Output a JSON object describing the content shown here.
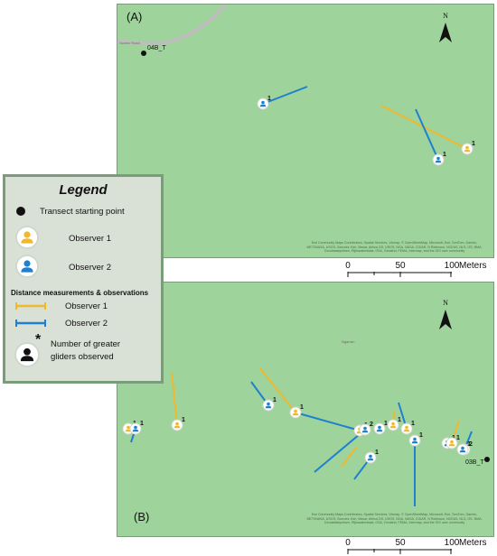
{
  "panels": [
    {
      "label": "(A)",
      "north_label": "N",
      "transect_label": "04B_T",
      "road_label": "Scenic Road",
      "attribution": "Esri Community Maps Contributors, Spatial Services, Vicmap, © OpenStreetMap, Microsoft, Esri, TomTom, Garmin, METI/NASA, USGS; Sources: Esri, Maxar, Airbus DS, USGS, NGA, NASA, CGIAR, N Robinson, NCEAS, NLS, OS, NMA, Geodatastyrelsen, Rijkswaterstaat, GSA, Geoland, FEMA, Intermap, and the GIS user community",
      "observations": [
        {
          "observer": "Observer 2",
          "count": "1"
        },
        {
          "observer": "Observer 1",
          "count": "1"
        },
        {
          "observer": "Observer 2",
          "count": "1"
        }
      ]
    },
    {
      "label": "(B)",
      "north_label": "N",
      "transect_label": "03B_T",
      "map_label": "Ngarran",
      "attribution": "Esri Community Maps Contributors, Spatial Services, Vicmap, © OpenStreetMap, Microsoft, Esri, TomTom, Garmin, METI/NASA, USGS; Sources: Esri, Maxar, Airbus DS, USGS, NGA, NASA, CGIAR, N Robinson, NCEAS, NLS, OS, NMA, Geodatastyrelsen, Rijkswaterstaat, GSA, Geoland, FEMA, Intermap, and the GIS user community",
      "observations": [
        {
          "observer": "Observer 1",
          "count": "1"
        },
        {
          "observer": "Observer 2",
          "count": "1"
        },
        {
          "observer": "Observer 1",
          "count": "1"
        },
        {
          "observer": "Observer 2",
          "count": "1"
        },
        {
          "observer": "Observer 1",
          "count": "1"
        },
        {
          "observer": "Observer 1",
          "count": "1"
        },
        {
          "observer": "Observer 2",
          "count": "2"
        },
        {
          "observer": "Observer 2",
          "count": "1"
        },
        {
          "observer": "Observer 2",
          "count": "1"
        },
        {
          "observer": "Observer 1",
          "count": "1"
        },
        {
          "observer": "Observer 1",
          "count": "1"
        },
        {
          "observer": "Observer 2",
          "count": "1"
        },
        {
          "observer": "Observer 2",
          "count": "1"
        },
        {
          "observer": "Observer 1",
          "count": "1"
        },
        {
          "observer": "Observer 2",
          "count": "2"
        },
        {
          "observer": "Observer 2",
          "count": "1"
        }
      ]
    }
  ],
  "scale": {
    "ticks": [
      "0",
      "50",
      "100"
    ],
    "unit": "Meters"
  },
  "legend": {
    "title": "Legend",
    "transect": "Transect starting point",
    "observer1": "Observer 1",
    "observer2": "Observer 2",
    "distance_heading": "Distance measurements & observations",
    "line_observer1": "Observer 1",
    "line_observer2": "Observer 2",
    "asterisk": "*",
    "count_line1": "Number of greater",
    "count_line2": "gliders observed"
  },
  "colors": {
    "map_bg": "#9fd39c",
    "observer1": "#f0b82c",
    "observer2": "#1f7fd0",
    "transect": "#111111",
    "legend_bg": "#d9e0d5",
    "frame": "#7a9d79"
  }
}
